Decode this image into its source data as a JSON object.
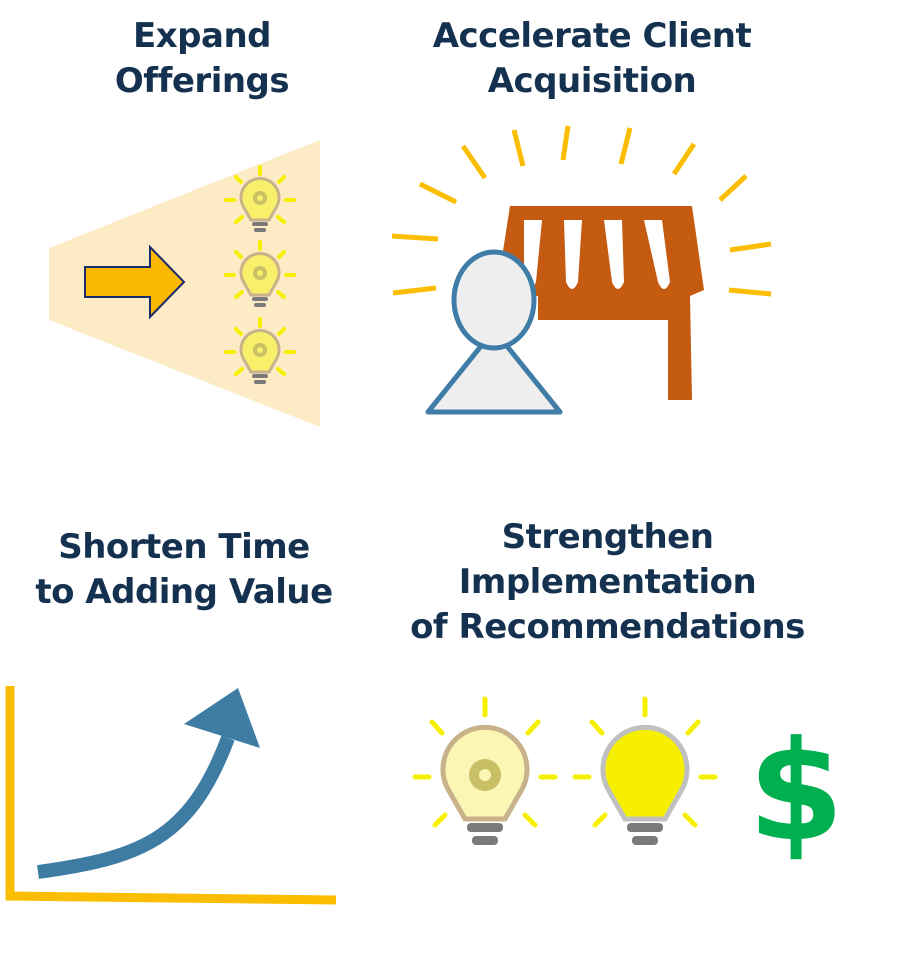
{
  "quadrants": {
    "expand": {
      "line1": "Expand",
      "line2": "Offerings"
    },
    "accelerate": {
      "line1": "Accelerate Client",
      "line2": "Acquisition"
    },
    "shorten": {
      "line1": "Shorten Time",
      "line2": "to Adding Value"
    },
    "strengthen": {
      "line1": "Strengthen",
      "line2": "Implementation",
      "line3": "of Recommendations"
    }
  },
  "dollar_symbol": "$",
  "colors": {
    "title_text": "#14324f",
    "beam": "#fdebc6",
    "arrow_fill": "#fbb800",
    "arrow_stroke": "#1b2a6b",
    "bulb_yellow": "#f6f000",
    "bulb_outline": "#c8b28a",
    "storefront": "#c55a11",
    "person_stroke": "#3f7ca8",
    "person_fill": "#eeeeee",
    "sunburst": "#fbbd00",
    "axis": "#fbbd00",
    "growth_arrow": "#3e7ca4",
    "dollar": "#00b050"
  },
  "icons": [
    "right-arrow-icon",
    "lightbulb-gear-icon",
    "storefront-icon",
    "person-icon",
    "growth-arrow-icon",
    "lit-lightbulb-icon",
    "dollar-sign-icon"
  ]
}
